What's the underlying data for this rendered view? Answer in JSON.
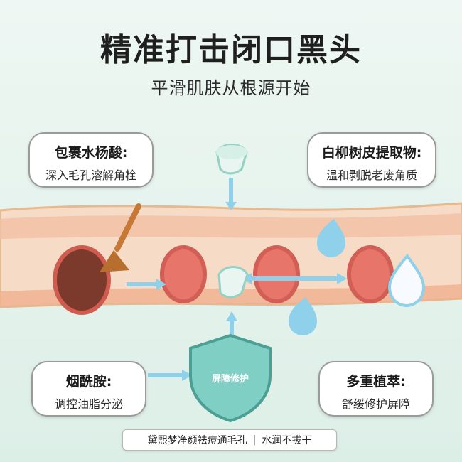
{
  "title": "精准打击闭口黑头",
  "subtitle": "平滑肌肤从根源开始",
  "callouts": [
    {
      "head": "包裹水杨酸:",
      "body": "深入毛孔溶解角栓"
    },
    {
      "head": "白柳树皮提取物:",
      "body": "温和剥脱老废角质"
    },
    {
      "head": "烟酰胺:",
      "body": "调控油脂分泌"
    },
    {
      "head": "多重植萃:",
      "body": "舒缓修护屏障"
    }
  ],
  "shield_label": "屏障修护",
  "footer": {
    "left": "黛熙梦净颜祛痘通毛孔",
    "right": "水润不拔干"
  },
  "colors": {
    "skin": "#f7c9ad",
    "pore": "#e06a62",
    "water": "#8fd0ea",
    "shield": "#7fcfc4"
  },
  "icons": [
    "brush-icon",
    "water-drop-icon",
    "shield-icon",
    "arrow-icon",
    "ingredient-cup-icon"
  ]
}
